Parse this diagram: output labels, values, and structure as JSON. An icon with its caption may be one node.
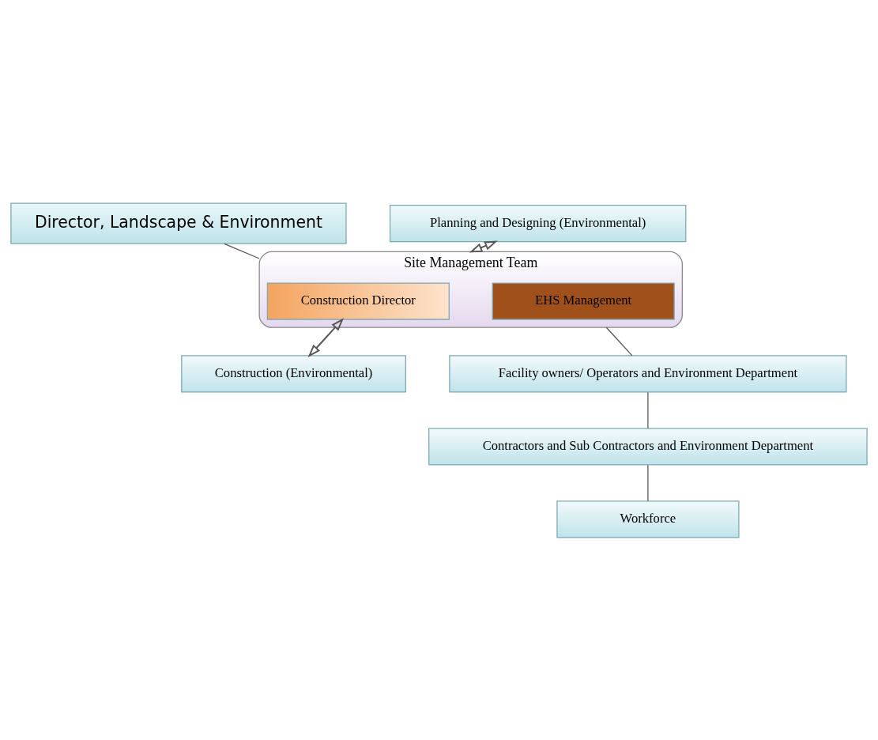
{
  "diagram": {
    "nodes": [
      {
        "text": [
          "Director, Landscape & Environment"
        ]
      },
      {
        "text": [
          "Site Management Team"
        ]
      },
      {
        "text": [
          "Construction Director"
        ],
        "in": 1
      },
      {
        "text": [
          "EHS Management"
        ],
        "in": 1
      },
      {
        "text": [
          "Planning and Designing (Environmental)"
        ]
      },
      {
        "text": [
          "Construction (Environmental)"
        ]
      },
      {
        "text": [
          "Facility owners/ Operators and Environment Department"
        ]
      },
      {
        "text": [
          "Contractors and Sub Contractors and Environment Department"
        ]
      },
      {
        "text": [
          "Workforce"
        ]
      }
    ],
    "edges": [
      {
        "from": 0,
        "to": 1,
        "arrow": "none"
      },
      {
        "from": 4,
        "to": 1,
        "arrow": "both"
      },
      {
        "from": 2,
        "to": 5,
        "arrow": "both"
      },
      {
        "from": 1,
        "to": 6,
        "arrow": "none"
      },
      {
        "from": 6,
        "to": 7,
        "arrow": "none"
      },
      {
        "from": 7,
        "to": 8,
        "arrow": "none"
      }
    ]
  }
}
